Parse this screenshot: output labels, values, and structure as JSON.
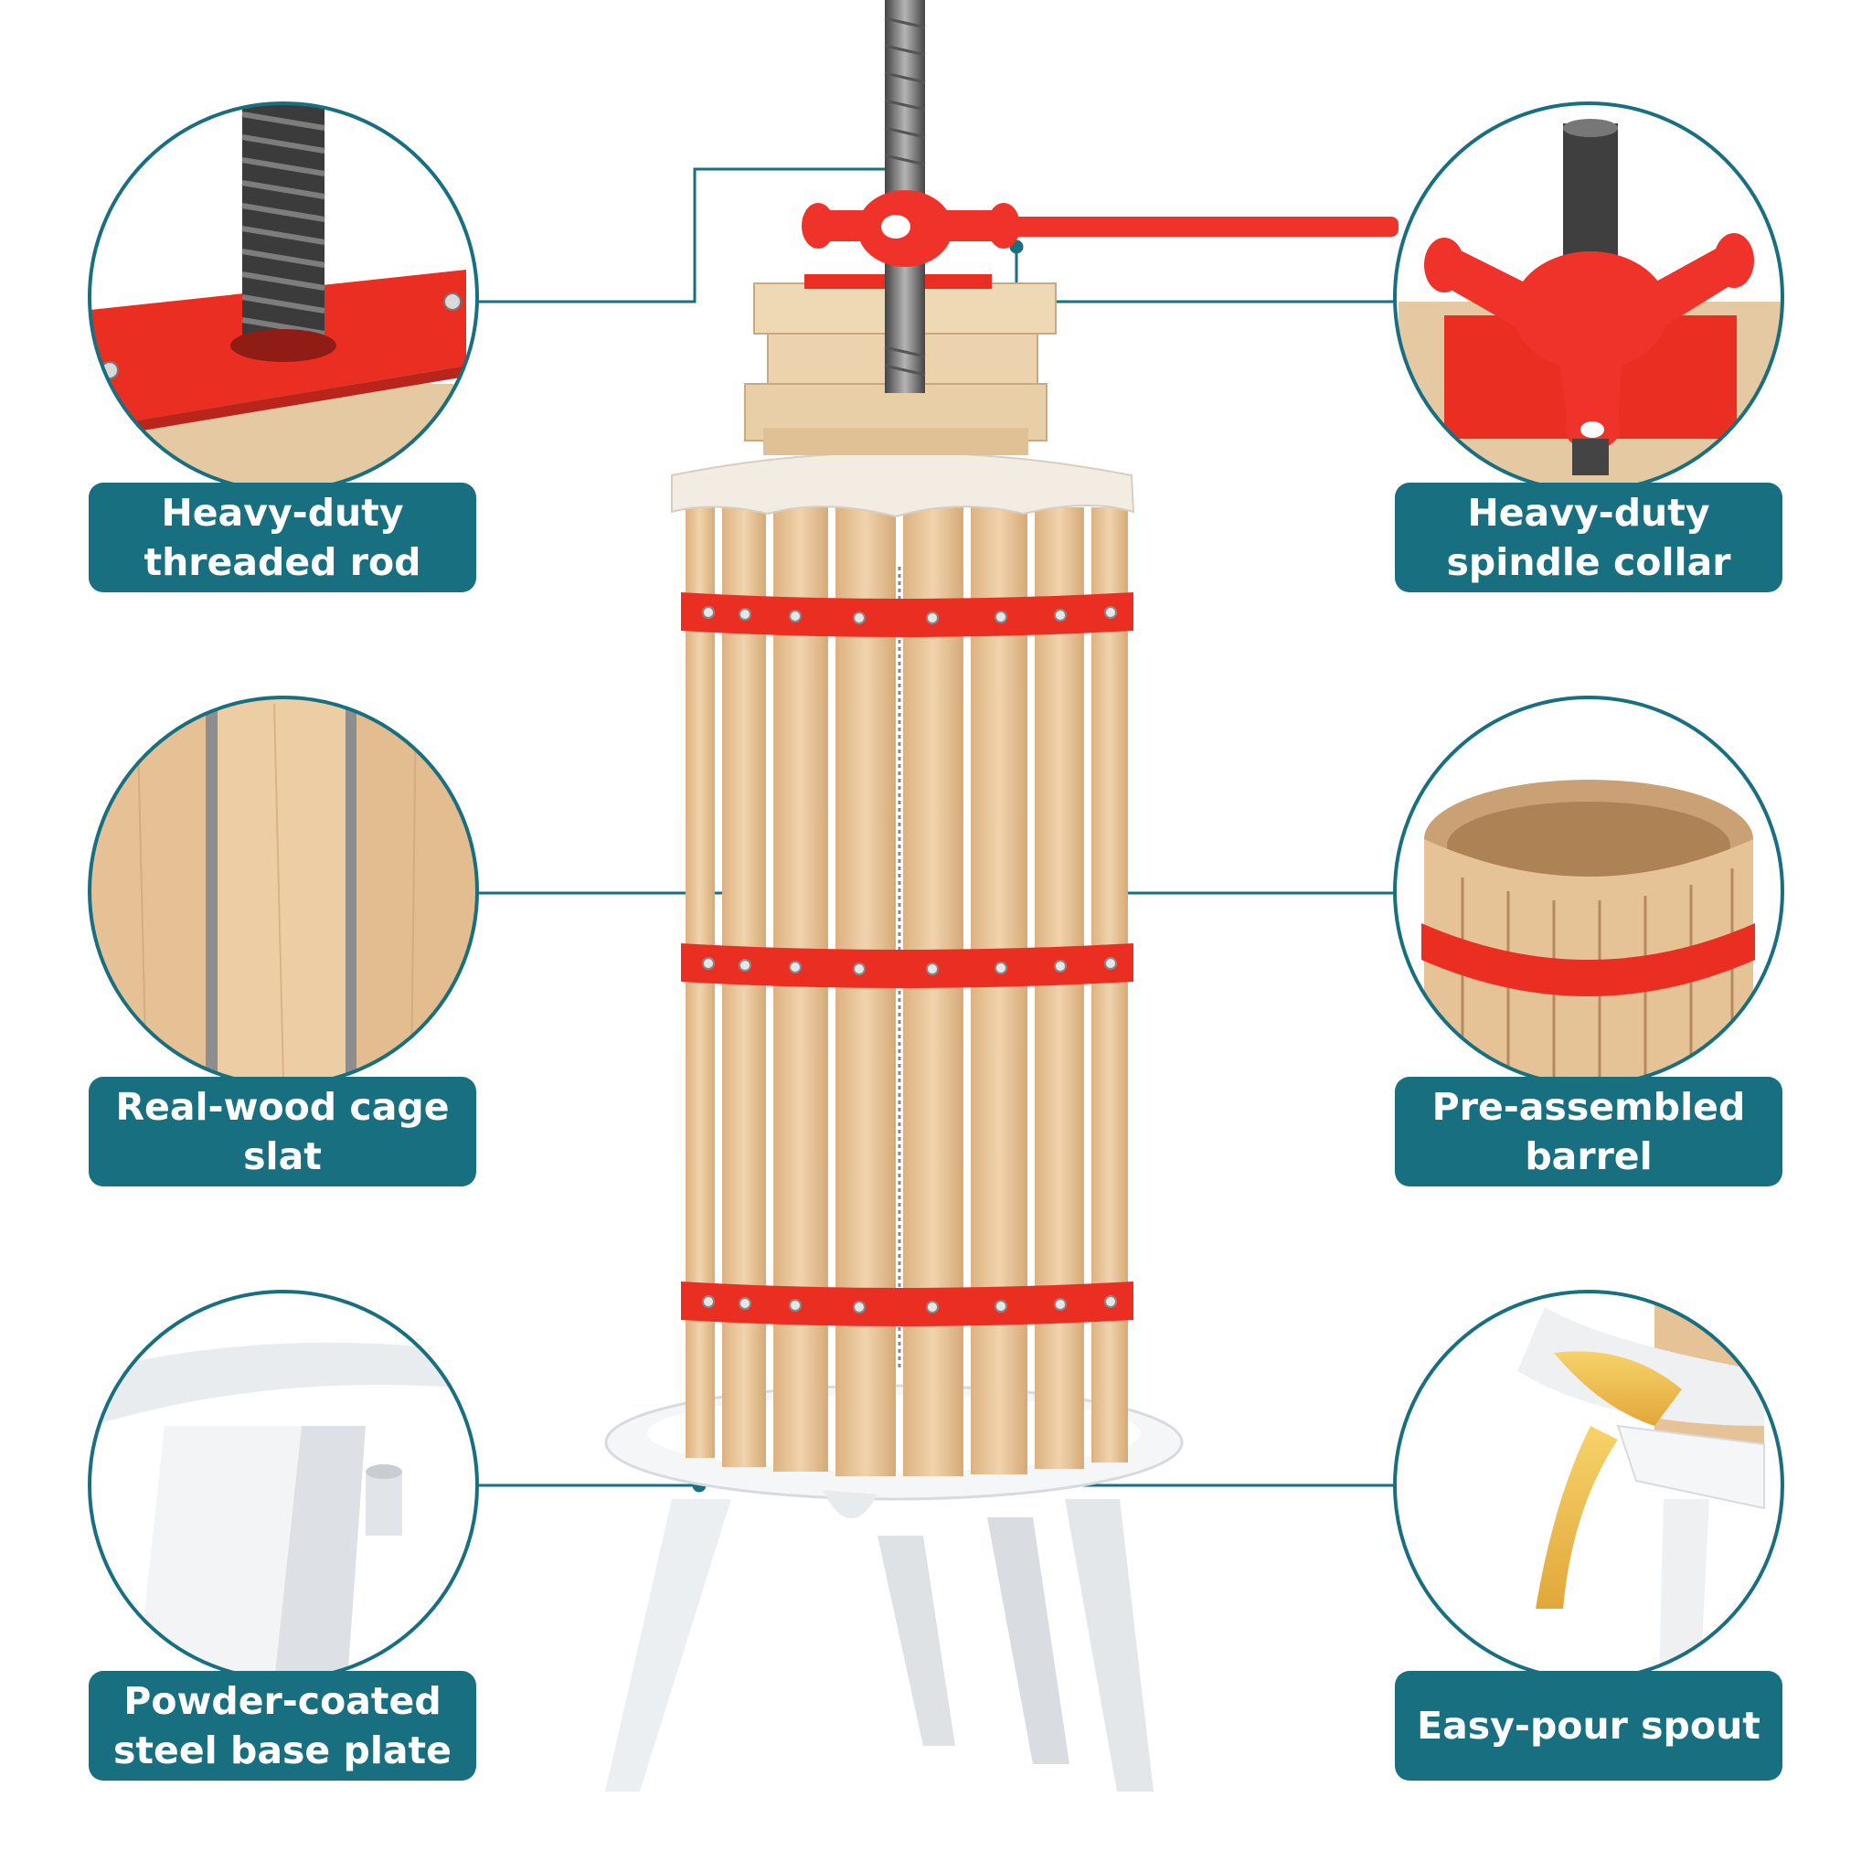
{
  "colors": {
    "teal": "#176f80",
    "wood": "#e8c49a",
    "wood_dark": "#d2a673",
    "band_red": "#ea2f22",
    "handle_red": "#f0332a",
    "base_white": "#f4f6f8"
  },
  "features": [
    {
      "id": "threaded-rod",
      "label": "Heavy-duty threaded rod",
      "icon": "threaded-rod-detail"
    },
    {
      "id": "spindle-collar",
      "label": "Heavy-duty spindle collar",
      "icon": "spindle-collar-detail"
    },
    {
      "id": "cage-slat",
      "label": "Real-wood cage slat",
      "icon": "wood-slat-detail"
    },
    {
      "id": "barrel",
      "label": "Pre-assembled barrel",
      "icon": "barrel-detail"
    },
    {
      "id": "base-plate",
      "label": "Powder-coated steel base plate",
      "icon": "base-plate-detail"
    },
    {
      "id": "spout",
      "label": "Easy-pour spout",
      "icon": "pour-spout-detail"
    }
  ]
}
